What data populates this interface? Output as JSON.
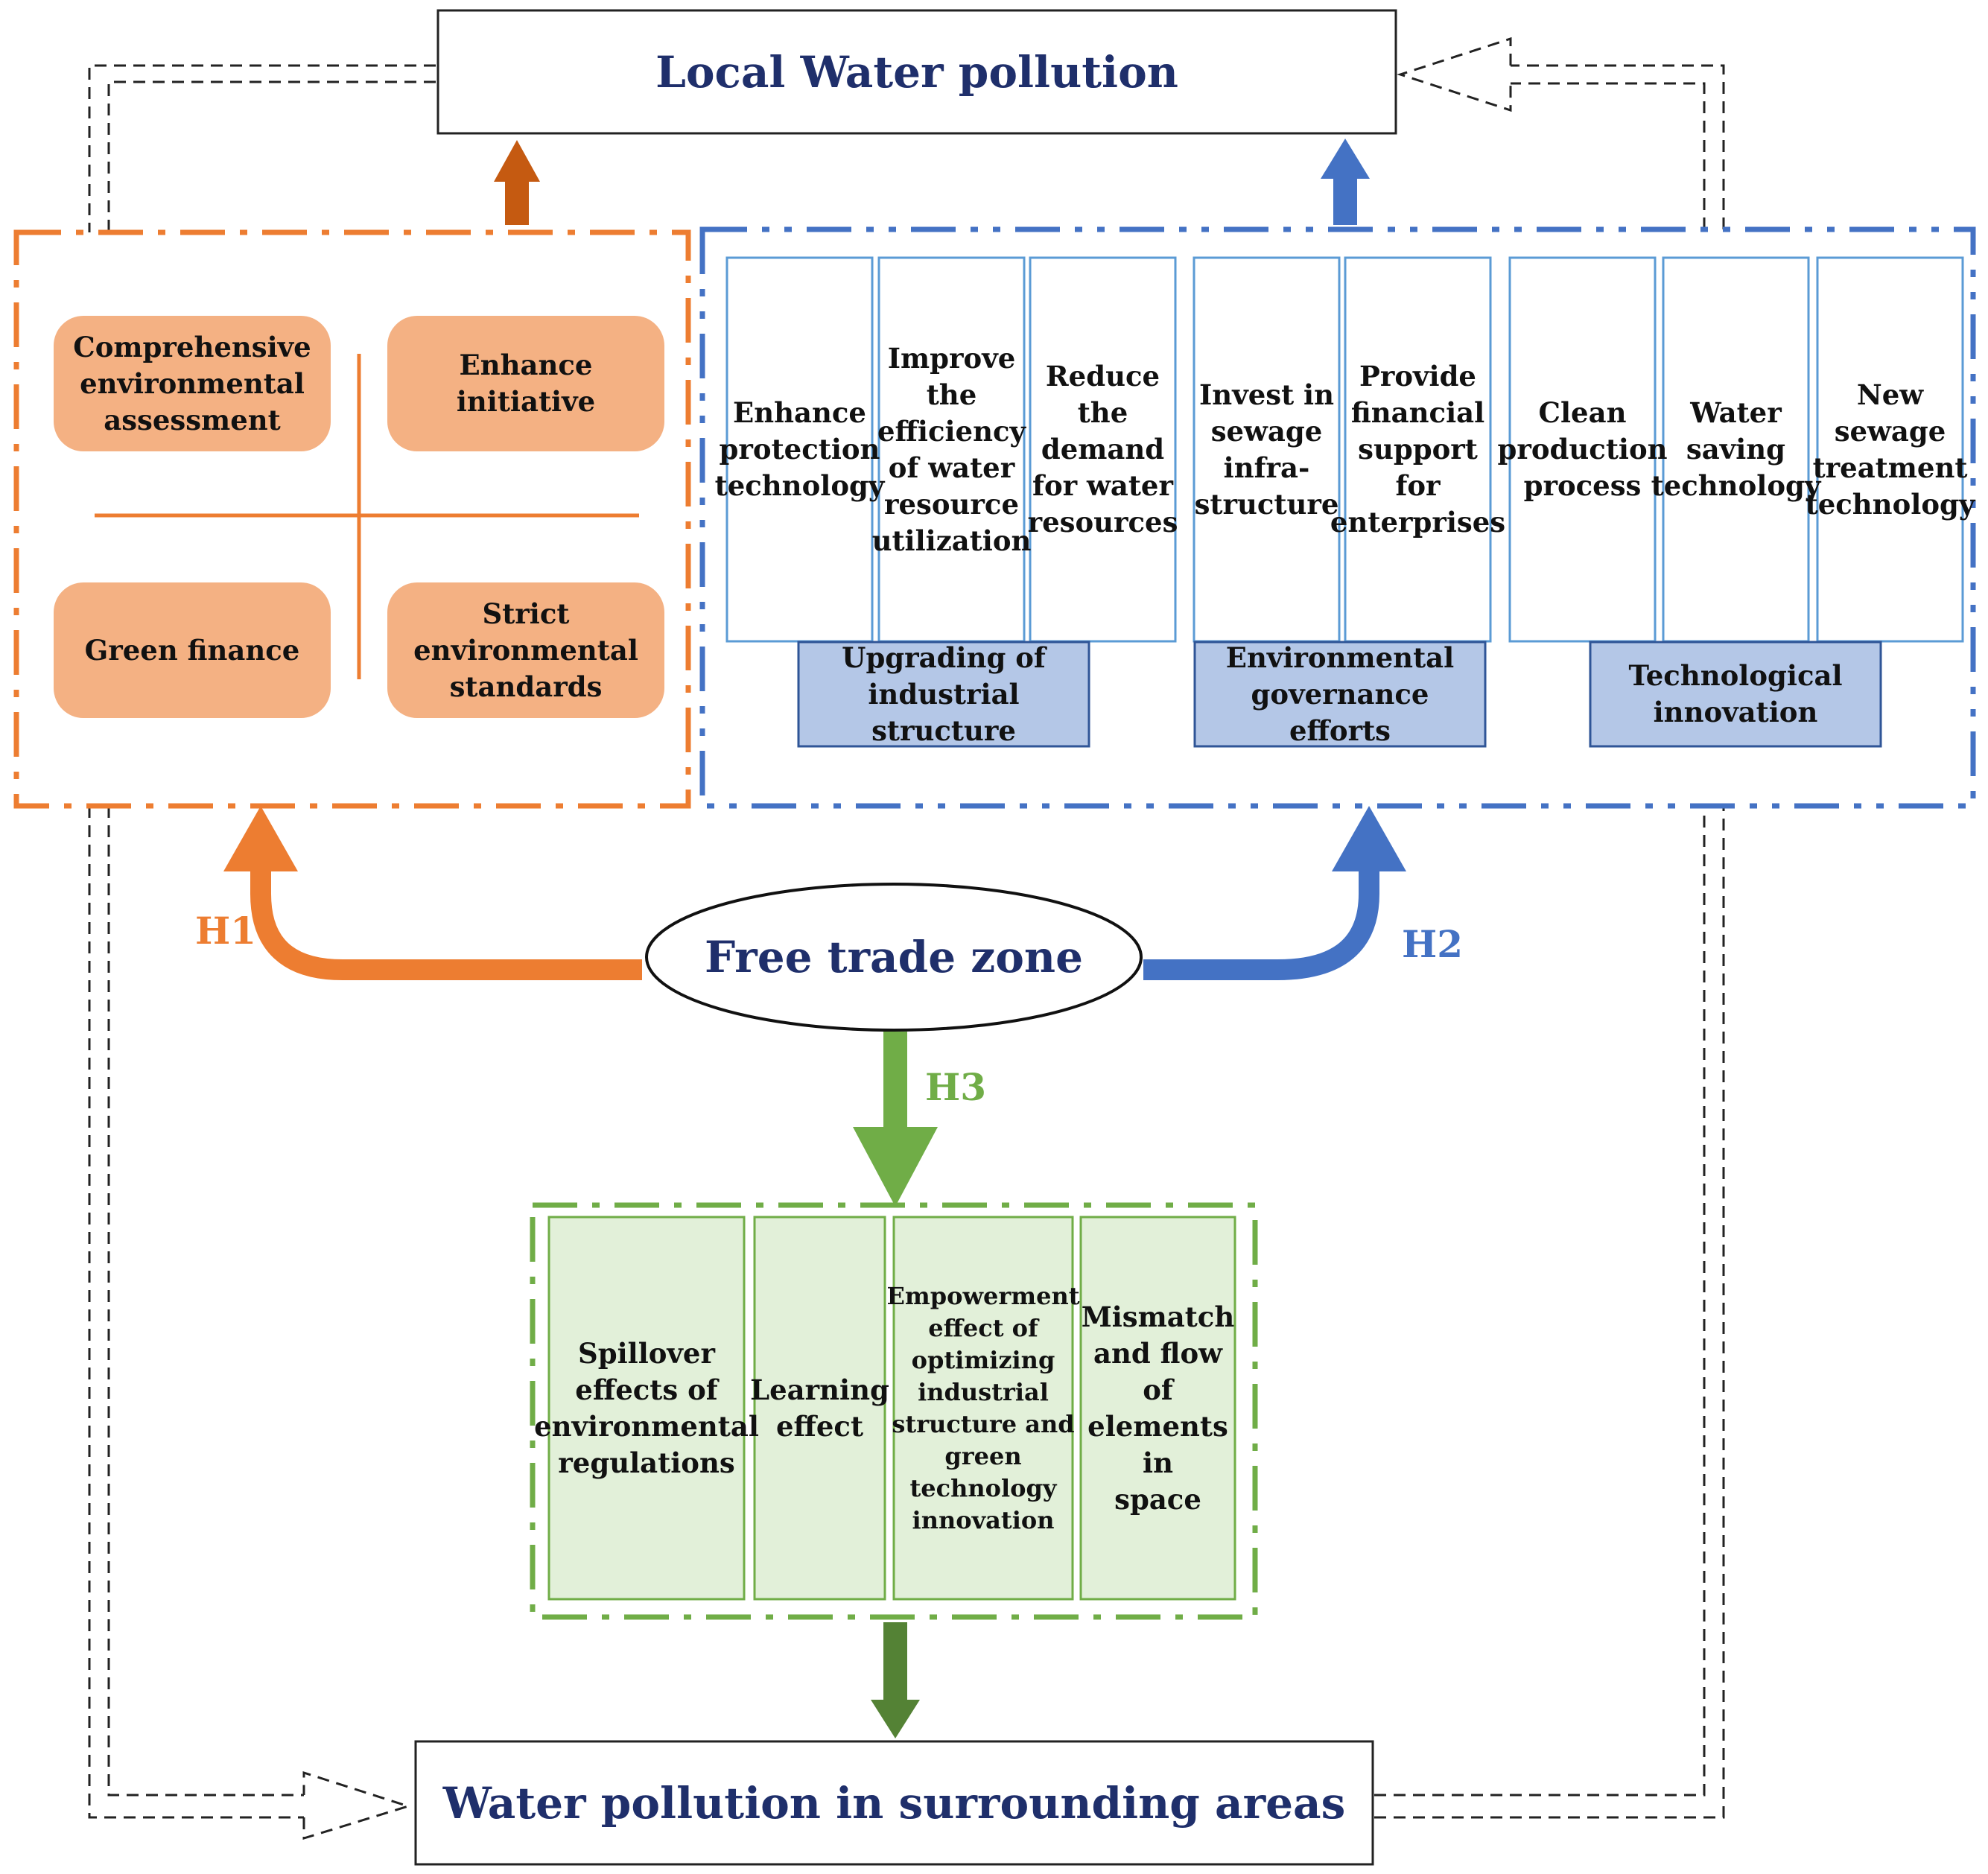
{
  "top_box": {
    "label": "Local Water pollution"
  },
  "bottom_box": {
    "label": "Water pollution in surrounding areas"
  },
  "center": {
    "label": "Free trade zone"
  },
  "hypotheses": {
    "h1": "H1",
    "h2": "H2",
    "h3": "H3"
  },
  "h1_group": {
    "color": "#ed7d31",
    "items": [
      "Comprehensive\nenvironmental\nassessment",
      "Enhance\ninitiative",
      "Green finance",
      "Strict\nenvironmental\nstandards"
    ]
  },
  "h2_group": {
    "color": "#4472c4",
    "columns": [
      "Enhance\nprotection\ntechnology",
      "Improve\nthe\nefficiency\nof water\nresource\nutilization",
      "Reduce\nthe\ndemand\nfor water\nresources",
      "Invest in\nsewage\ninfra-\nstructure",
      "Provide\nfinancial\nsupport\nfor\nenterprises",
      "Clean\nproduction\nprocess",
      "Water\nsaving\ntechnology",
      "New\nsewage\ntreatment\ntechnology"
    ],
    "groups": [
      "Upgrading of\nindustrial\nstructure",
      "Environmental\ngovernance\nefforts",
      "Technological\ninnovation"
    ]
  },
  "h3_group": {
    "color": "#70ad47",
    "columns": [
      "Spillover\neffects of\nenvironmental\nregulations",
      "Learning\neffect",
      "Empowerment\neffect of\noptimizing\nindustrial\nstructure and\ngreen\ntechnology\ninnovation",
      "Mismatch\nand flow of\nelements in\nspace"
    ]
  }
}
